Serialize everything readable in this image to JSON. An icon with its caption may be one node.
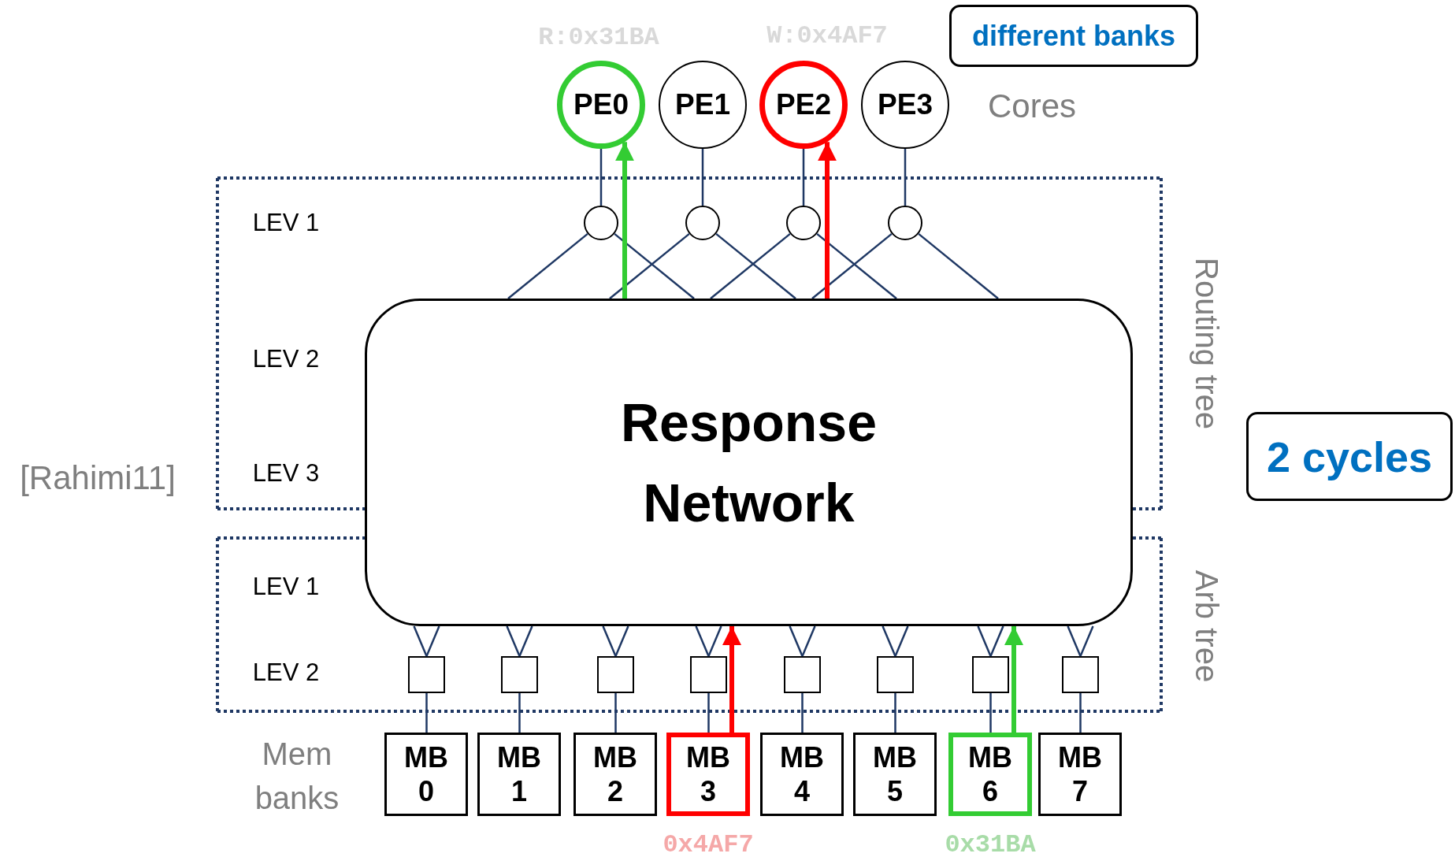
{
  "diagram": {
    "nodes": [
      {
        "text": [
          "PE0"
        ]
      },
      {
        "text": [
          "PE1"
        ]
      },
      {
        "text": [
          "PE2"
        ]
      },
      {
        "text": [
          "PE3"
        ]
      },
      {
        "text": [
          "Routing tree",
          "LEV 1",
          "LEV 2",
          "LEV 3"
        ]
      },
      {
        "text": [],
        "shape": "circle",
        "in": 4
      },
      {
        "text": [],
        "shape": "circle",
        "in": 4
      },
      {
        "text": [],
        "shape": "circle",
        "in": 4
      },
      {
        "text": [],
        "shape": "circle",
        "in": 4
      },
      {
        "text": [
          "Response Network"
        ]
      },
      {
        "text": [
          "Arb tree",
          "LEV 1",
          "LEV 2"
        ]
      },
      {
        "text": [],
        "shape": "box",
        "in": 10
      },
      {
        "text": [],
        "shape": "box",
        "in": 10
      },
      {
        "text": [],
        "shape": "box",
        "in": 10
      },
      {
        "text": [],
        "shape": "box",
        "in": 10
      },
      {
        "text": [],
        "shape": "box",
        "in": 10
      },
      {
        "text": [],
        "shape": "box",
        "in": 10
      },
      {
        "text": [],
        "shape": "box",
        "in": 10
      },
      {
        "text": [],
        "shape": "box",
        "in": 10
      },
      {
        "text": [
          "MB 0"
        ]
      },
      {
        "text": [
          "MB 1"
        ]
      },
      {
        "text": [
          "MB 2"
        ]
      },
      {
        "text": [
          "MB 3"
        ]
      },
      {
        "text": [
          "MB 4"
        ]
      },
      {
        "text": [
          "MB 5"
        ]
      },
      {
        "text": [
          "MB 6"
        ]
      },
      {
        "text": [
          "MB 7"
        ]
      },
      {
        "text": [
          "different banks"
        ]
      },
      {
        "text": [
          "2 cycles"
        ]
      }
    ],
    "edges": [
      {
        "from": 5,
        "to": 0,
        "arrow": "none"
      },
      {
        "from": 6,
        "to": 1,
        "arrow": "none"
      },
      {
        "from": 7,
        "to": 2,
        "arrow": "none"
      },
      {
        "from": 8,
        "to": 3,
        "arrow": "none"
      },
      {
        "from": 5,
        "to": 9,
        "arrow": "none"
      },
      {
        "from": 5,
        "to": 9,
        "arrow": "none"
      },
      {
        "from": 6,
        "to": 9,
        "arrow": "none"
      },
      {
        "from": 6,
        "to": 9,
        "arrow": "none"
      },
      {
        "from": 7,
        "to": 9,
        "arrow": "none"
      },
      {
        "from": 7,
        "to": 9,
        "arrow": "none"
      },
      {
        "from": 8,
        "to": 9,
        "arrow": "none"
      },
      {
        "from": 8,
        "to": 9,
        "arrow": "none"
      },
      {
        "from": 9,
        "to": 0,
        "arrow": "to",
        "style": "thick",
        "color": "#33cc33"
      },
      {
        "from": 9,
        "to": 2,
        "arrow": "to",
        "style": "thick",
        "color": "#ff0000"
      },
      {
        "from": 9,
        "to": 11,
        "arrow": "none"
      },
      {
        "from": 9,
        "to": 11,
        "arrow": "none"
      },
      {
        "from": 9,
        "to": 12,
        "arrow": "none"
      },
      {
        "from": 9,
        "to": 12,
        "arrow": "none"
      },
      {
        "from": 9,
        "to": 13,
        "arrow": "none"
      },
      {
        "from": 9,
        "to": 13,
        "arrow": "none"
      },
      {
        "from": 9,
        "to": 14,
        "arrow": "none"
      },
      {
        "from": 9,
        "to": 14,
        "arrow": "none"
      },
      {
        "from": 9,
        "to": 15,
        "arrow": "none"
      },
      {
        "from": 9,
        "to": 15,
        "arrow": "none"
      },
      {
        "from": 9,
        "to": 16,
        "arrow": "none"
      },
      {
        "from": 9,
        "to": 16,
        "arrow": "none"
      },
      {
        "from": 9,
        "to": 17,
        "arrow": "none"
      },
      {
        "from": 9,
        "to": 17,
        "arrow": "none"
      },
      {
        "from": 9,
        "to": 18,
        "arrow": "none"
      },
      {
        "from": 9,
        "to": 18,
        "arrow": "none"
      },
      {
        "from": 11,
        "to": 19,
        "arrow": "none"
      },
      {
        "from": 12,
        "to": 20,
        "arrow": "none"
      },
      {
        "from": 13,
        "to": 21,
        "arrow": "none"
      },
      {
        "from": 14,
        "to": 22,
        "arrow": "none"
      },
      {
        "from": 15,
        "to": 23,
        "arrow": "none"
      },
      {
        "from": 16,
        "to": 24,
        "arrow": "none"
      },
      {
        "from": 17,
        "to": 25,
        "arrow": "none"
      },
      {
        "from": 18,
        "to": 26,
        "arrow": "none"
      },
      {
        "from": 22,
        "to": 9,
        "arrow": "to",
        "style": "thick",
        "color": "#ff0000"
      },
      {
        "from": 25,
        "to": 9,
        "arrow": "to",
        "style": "thick",
        "color": "#33cc33"
      }
    ],
    "labels": [
      "R:0x31BA",
      "W:0x4AF7",
      "Cores",
      "[Rahimi11]",
      "Mem banks",
      "0x4AF7",
      "0x31BA"
    ]
  }
}
